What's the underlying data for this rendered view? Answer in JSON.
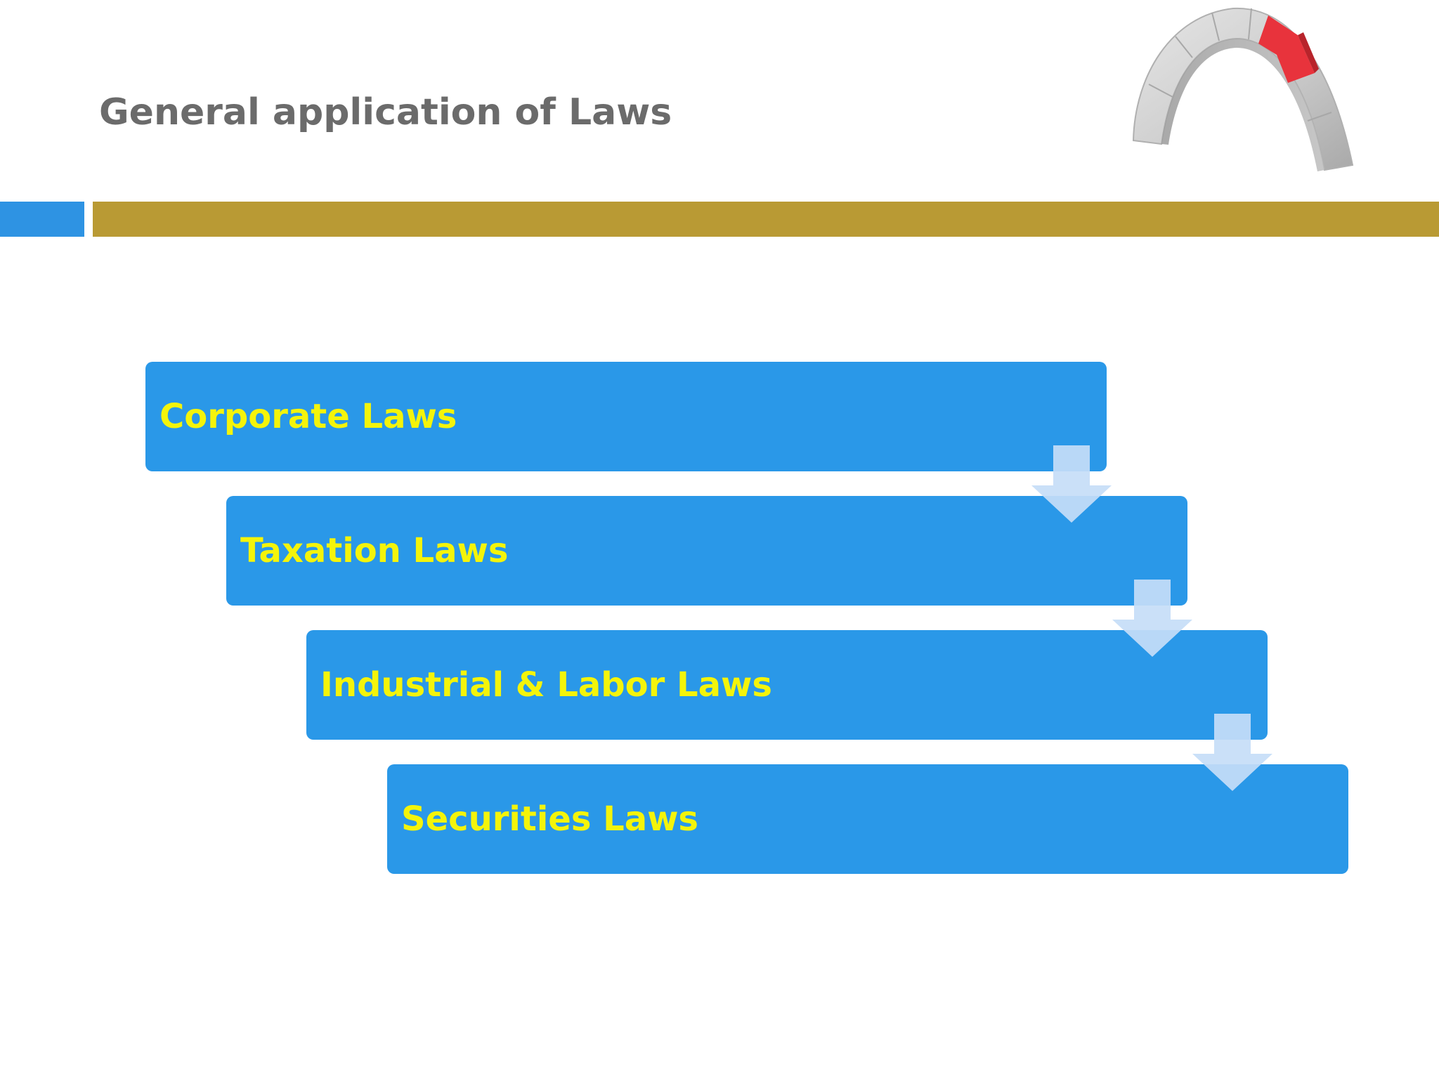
{
  "slide": {
    "title": "General application of Laws"
  },
  "logo": {
    "icon": "arch-icon",
    "keystone_color": "#e8333c",
    "stone_color": "#c8c8c8"
  },
  "header_bar": {
    "accent_color": "#2e93e3",
    "band_color": "#b99a34"
  },
  "diagram": {
    "type": "staircase-process",
    "box_color": "#2a98e8",
    "text_color": "#f4f40a",
    "arrow_color": "#c6ddf7",
    "steps": [
      {
        "label": "Corporate Laws"
      },
      {
        "label": "Taxation Laws"
      },
      {
        "label": "Industrial & Labor Laws"
      },
      {
        "label": "Securities Laws"
      }
    ]
  }
}
